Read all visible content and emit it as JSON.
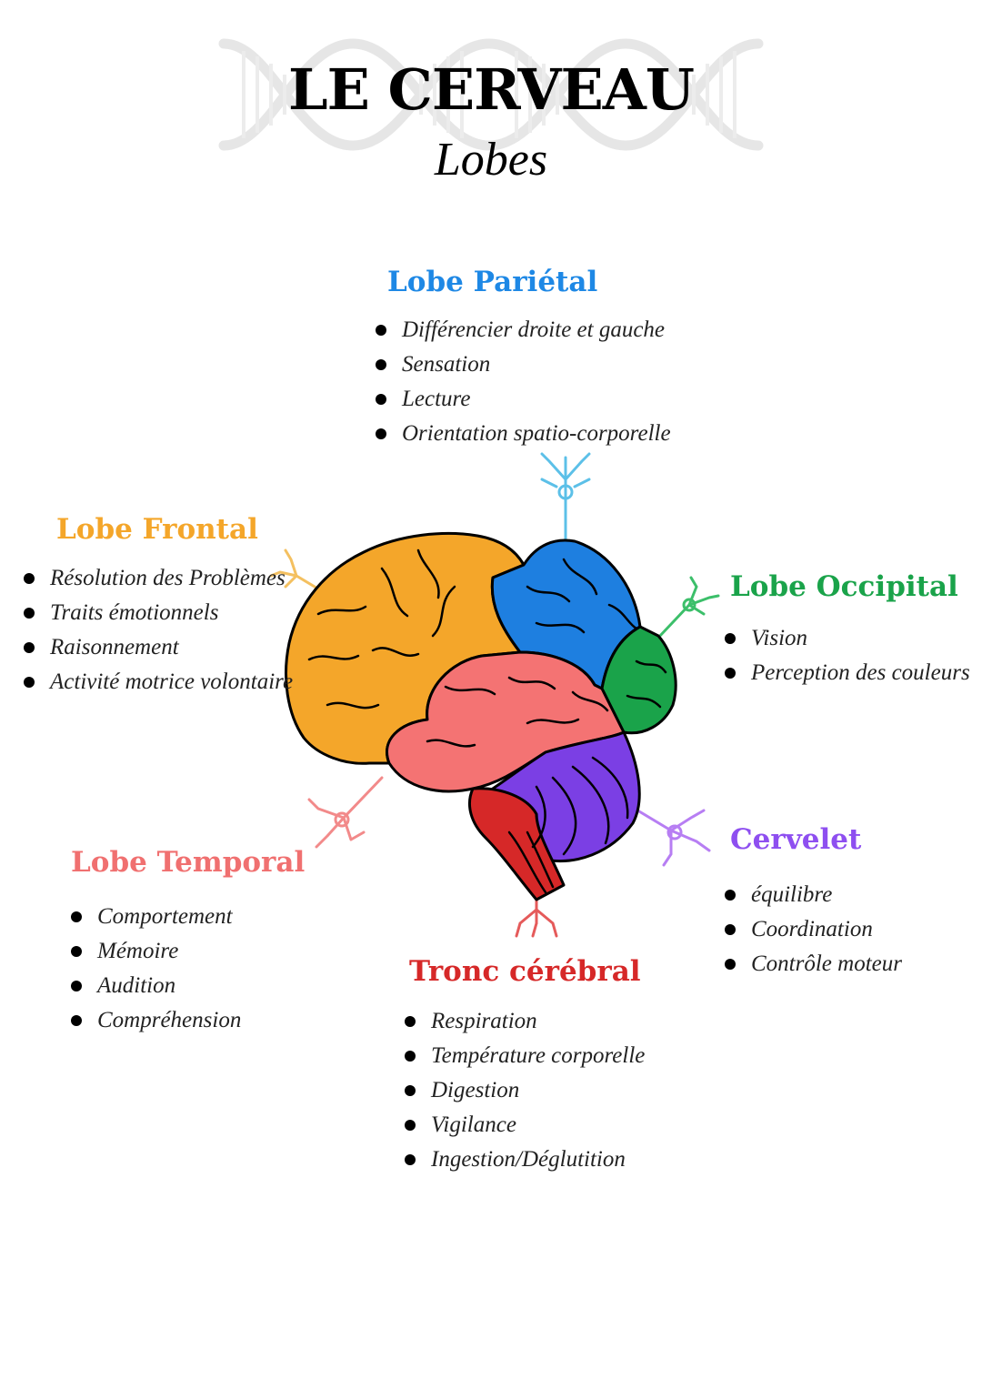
{
  "title": "LE CERVEAU",
  "subtitle": "Lobes",
  "lobes": {
    "parietal": {
      "name": "Lobe Pariétal",
      "color": "#1e88e5",
      "items": [
        "Différencier droite et gauche",
        "Sensation",
        "Lecture",
        "Orientation spatio-corporelle"
      ]
    },
    "frontal": {
      "name": "Lobe Frontal",
      "color": "#f4a62a",
      "items": [
        "Résolution des Problèmes",
        "Traits émotionnels",
        "Raisonnement",
        "Activité motrice volontaire"
      ]
    },
    "occipital": {
      "name": "Lobe Occipital",
      "color": "#1aa34a",
      "items": [
        "Vision",
        "Perception des couleurs"
      ]
    },
    "cervelet": {
      "name": "Cervelet",
      "color": "#8e4ff0",
      "items": [
        "équilibre",
        "Coordination",
        "Contrôle moteur"
      ]
    },
    "temporal": {
      "name": "Lobe Temporal",
      "color": "#f07070",
      "items": [
        "Comportement",
        "Mémoire",
        "Audition",
        "Compréhension"
      ]
    },
    "tronc": {
      "name": "Tronc cérébral",
      "color": "#d62828",
      "items": [
        "Respiration",
        "Température corporelle",
        "Digestion",
        "Vigilance",
        "Ingestion/Déglutition"
      ]
    }
  }
}
